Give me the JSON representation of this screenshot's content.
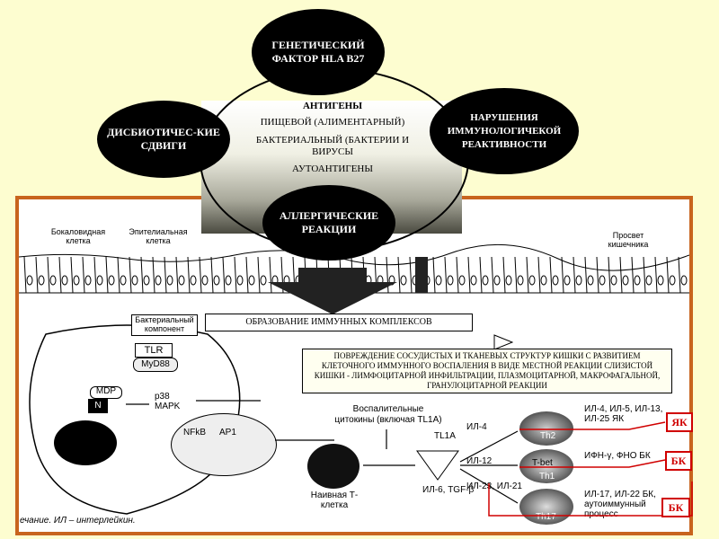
{
  "top_nodes": {
    "genetic": "ГЕНЕТИЧЕСКИЙ ФАКТОР HLA B27",
    "dysbiotic": "ДИСБИОТИЧЕС-КИЕ СДВИГИ",
    "immuno": "НАРУШЕНИЯ ИММУНОЛОГИЧЕКОЙ РЕАКТИВНОСТИ",
    "allergic": "АЛЛЕРГИЧЕСКИЕ РЕАКЦИИ"
  },
  "antigens": {
    "title": "АНТИГЕНЫ",
    "items": [
      "ПИЩЕВОЙ (АЛИМЕНТАРНЫЙ)",
      "БАКТЕРИАЛЬНЫЙ (БАКТЕРИИ И ВИРУСЫ",
      "АУТОАНТИГЕНЫ"
    ]
  },
  "boxes": {
    "immune_complex": "ОБРАЗОВАНИЕ ИММУННЫХ КОМПЛЕКСОВ",
    "damage": "ПОВРЕЖДЕНИЕ СОСУДИСТЫХ И ТКАНЕВЫХ СТРУКТУР КИШКИ С РАЗВИТИЕМ КЛЕТОЧНОГО ИММУННОГО ВОСПАЛЕНИЯ В ВИДЕ МЕСТНОЙ РЕАКЦИИ СЛИЗИСТОЙ КИШКИ - ЛИМФОЦИТАРНОЙ ИНФИЛЬТРАЦИИ, ПЛАЗМОЦИТАРНОЙ, МАКРОФАГАЛЬНОЙ, ГРАНУЛОЦИТАРНОЙ РЕАКЦИИ"
  },
  "diagram": {
    "goblet": "Бокаловидная клетка",
    "epithelial": "Эпителиальная клетка",
    "lumen": "Просвет кишечника",
    "bacterial": "Бактериальный компонент",
    "tlr": "TLR",
    "myd88": "MyD88",
    "mdp": "MDP",
    "nod": "N",
    "p38": "p38 MAPK",
    "nfkb": "NFkB",
    "ap1": "AP1",
    "inflam": "Воспалительные цитокины (включая TL1A)",
    "tl1a": "TL1A",
    "naive": "Наивная Т-клетка",
    "il6": "ИЛ-6, TGF-β",
    "il4": "ИЛ-4",
    "il12": "ИЛ-12",
    "il2321": "ИЛ-23, ИЛ-21",
    "th2": "Th2",
    "th1": "Th1",
    "th17": "Th17",
    "tbet": "T-bet",
    "out_th2": "ИЛ-4, ИЛ-5, ИЛ-13, ИЛ-25 ЯК",
    "out_th1": "ИФН-γ, ФНО БК",
    "out_th17": "ИЛ-17, ИЛ-22 БК, аутоиммунный процесс",
    "footnote": "ечание. ИЛ – интерлейкин."
  },
  "badges": [
    "ЯК",
    "БК",
    "БК"
  ],
  "colors": {
    "frame": "#c8641e",
    "badge": "#d00000",
    "background": "#fdfdd0"
  }
}
